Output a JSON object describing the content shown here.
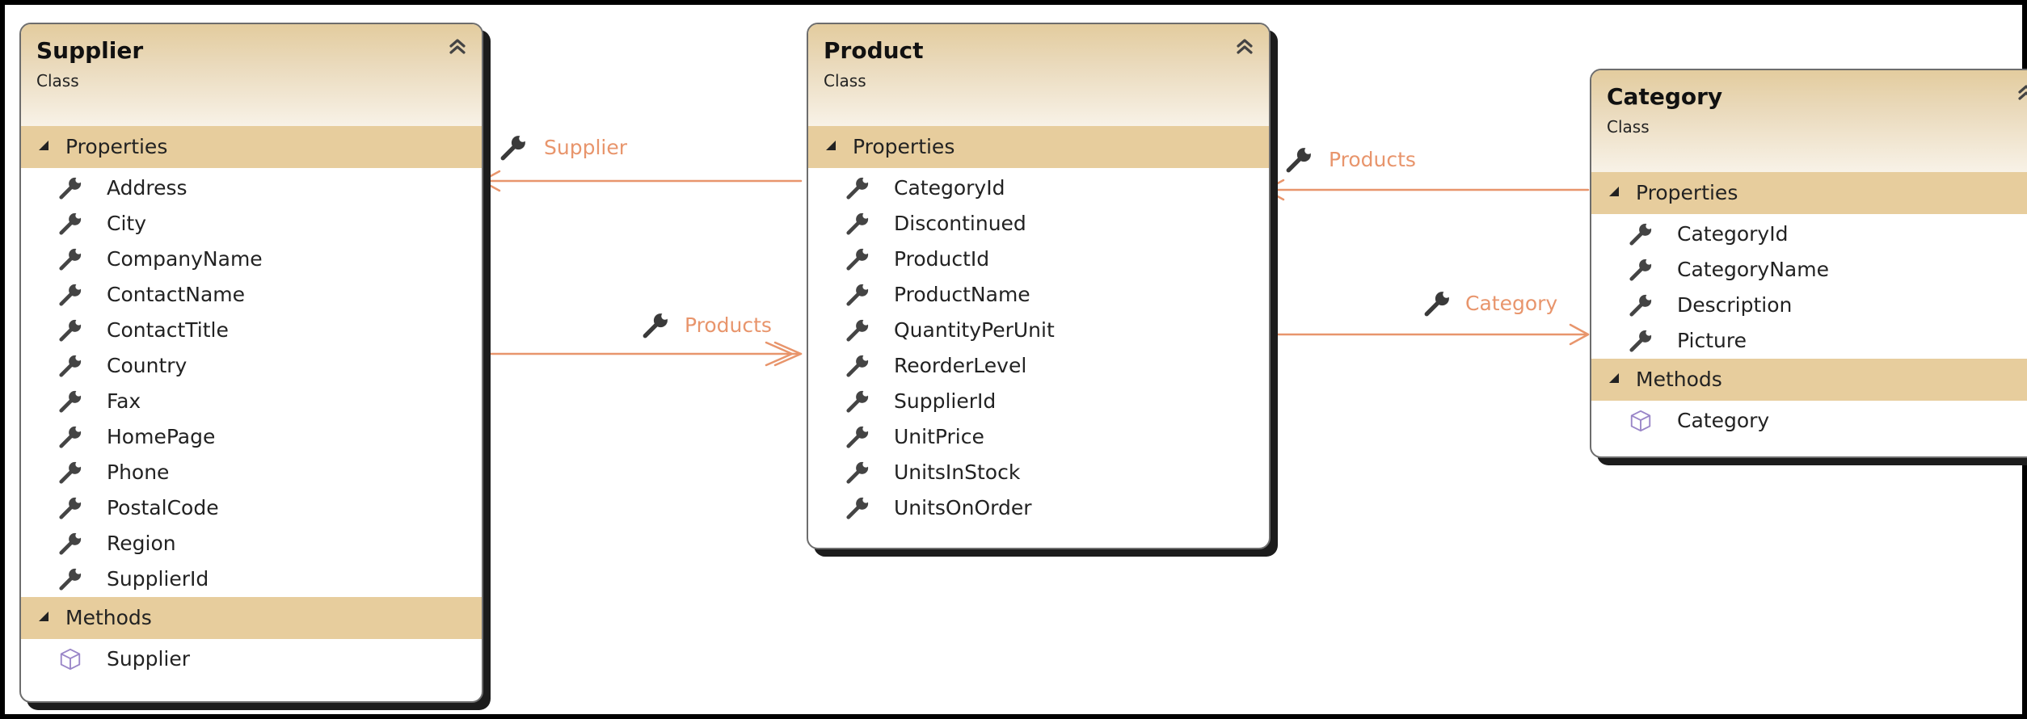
{
  "classes": {
    "supplier": {
      "name": "Supplier",
      "kind": "Class",
      "properties_label": "Properties",
      "properties": [
        "Address",
        "City",
        "CompanyName",
        "ContactName",
        "ContactTitle",
        "Country",
        "Fax",
        "HomePage",
        "Phone",
        "PostalCode",
        "Region",
        "SupplierId"
      ],
      "methods_label": "Methods",
      "methods": [
        "Supplier"
      ]
    },
    "product": {
      "name": "Product",
      "kind": "Class",
      "properties_label": "Properties",
      "properties": [
        "CategoryId",
        "Discontinued",
        "ProductId",
        "ProductName",
        "QuantityPerUnit",
        "ReorderLevel",
        "SupplierId",
        "UnitPrice",
        "UnitsInStock",
        "UnitsOnOrder"
      ]
    },
    "category": {
      "name": "Category",
      "kind": "Class",
      "properties_label": "Properties",
      "properties": [
        "CategoryId",
        "CategoryName",
        "Description",
        "Picture"
      ],
      "methods_label": "Methods",
      "methods": [
        "Category"
      ]
    }
  },
  "associations": {
    "product_to_supplier": "Supplier",
    "supplier_to_products": "Products",
    "category_to_products": "Products",
    "product_to_category": "Category"
  },
  "icons": {
    "property": "wrench-icon",
    "method": "cube-icon",
    "collapse": "double-chevron-up-icon"
  },
  "colors": {
    "header_accent": "#e7cd9d",
    "connector": "#e8956c",
    "border": "#6d6d6d"
  }
}
